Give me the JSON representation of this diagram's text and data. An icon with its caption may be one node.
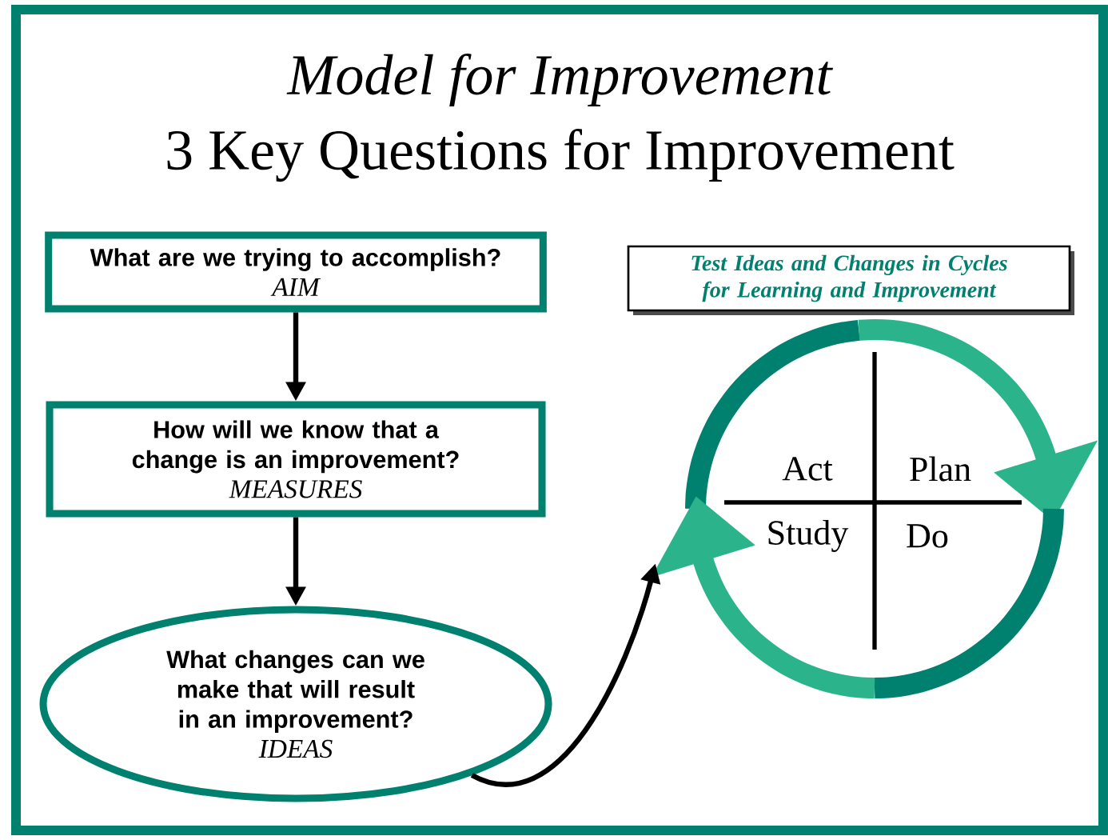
{
  "diagram": {
    "title": "Model for Improvement",
    "nodes": [
      {
        "text": [
          "What are we trying to accomplish?",
          "AIM"
        ]
      },
      {
        "text": [
          "How will we know that a change is an improvement?",
          "MEASURES"
        ]
      },
      {
        "text": [
          "What changes can we make that will result in an improvement?",
          "IDEAS"
        ]
      },
      {
        "text": [
          "Test Ideas and Changes in Cycles for Learning and Improvement"
        ]
      },
      {
        "text": [
          "Act",
          "Plan",
          "Study",
          "Do"
        ]
      }
    ],
    "edges": [
      {
        "from": 0,
        "to": 1,
        "arrow": "to"
      },
      {
        "from": 1,
        "to": 2,
        "arrow": "to"
      },
      {
        "from": 2,
        "to": 4,
        "arrow": "to"
      }
    ],
    "labels": [
      "3 Key Questions for Improvement"
    ]
  }
}
